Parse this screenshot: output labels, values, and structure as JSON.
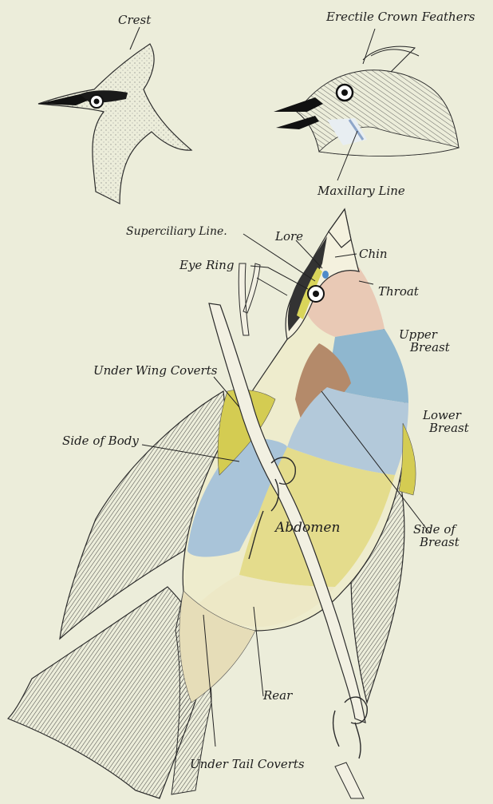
{
  "labels": {
    "crest": "Crest",
    "erectile_crown_feathers": "Erectile Crown Feathers",
    "maxillary_line": "Maxillary Line",
    "superciliary_line": "Superciliary Line.",
    "lore": "Lore",
    "chin": "Chin",
    "eye_ring": "Eye Ring",
    "throat": "Throat",
    "upper_breast_1": "Upper",
    "upper_breast_2": "Breast",
    "under_wing_coverts": "Under Wing Coverts",
    "lower_breast_1": "Lower",
    "lower_breast_2": "Breast",
    "side_of_body": "Side of Body",
    "abdomen": "Abdomen",
    "side_of_breast_1": "Side of",
    "side_of_breast_2": "Breast",
    "rear": "Rear",
    "under_tail_coverts": "Under Tail Coverts"
  },
  "colors": {
    "background": "#ecedda",
    "throat": "#e9c9b5",
    "upper_breast": "#8fb7cf",
    "side_of_breast": "#b48a6a",
    "lower_breast": "#b3c9da",
    "abdomen": "#e4dc8c",
    "rear": "#ede8c6",
    "wing_coverts": "#d4cc52",
    "tail_coverts": "#e6ddb8",
    "ink": "#1d1d1d"
  }
}
